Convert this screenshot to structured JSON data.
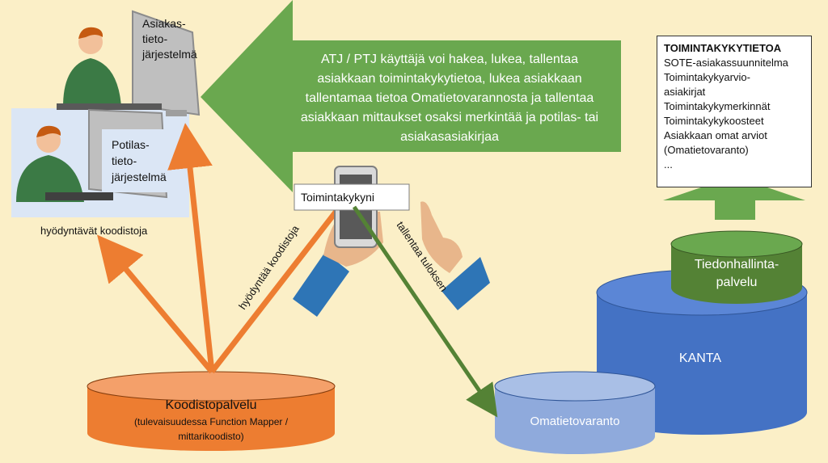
{
  "callout": {
    "lines": [
      "ATJ / PTJ käyttäjä voi hakea, lukea, tallentaa",
      "asiakkaan toimintakykytietoa, lukea asiakkaan",
      "tallentamaa tietoa Omatietovarannosta ja tallentaa",
      "asiakkaan mittaukset osaksi merkintää ja potilas- tai",
      "asiakasasiakirjaa"
    ],
    "color": "#6aa84f"
  },
  "systems": {
    "asiakas": [
      "Asiakas-",
      "tieto-",
      "järjestelmä"
    ],
    "potilas": [
      "Potilas-",
      "tieto-",
      "järjestelmä"
    ],
    "caption": "hyödyntävät koodistoja"
  },
  "app": {
    "label": "Toimintakykyni"
  },
  "arrows": {
    "uses": "hyödyntää koodistoja",
    "saves": "tallentaa tuloksen"
  },
  "info": {
    "title": "TOIMINTAKYKYTIETOA",
    "lines": [
      "SOTE-asiakassuunnitelma",
      "Toimintakykyarvio-",
      "asiakirjat",
      "Toimintakykymerkinnät",
      "Toimintakykykoosteet",
      "Asiakkaan omat arviot",
      "(Omatietovaranto)",
      "..."
    ]
  },
  "databases": {
    "koodisto": {
      "title": "Koodistopalvelu",
      "sub1": "(tulevaisuudessa Function Mapper /",
      "sub2": "mittarikoodisto)",
      "color": "#ed7d31"
    },
    "omatieto": {
      "title": "Omatietovaranto",
      "color": "#8faadc"
    },
    "kanta": {
      "title": "KANTA",
      "color": "#4472c4"
    },
    "tiedonhallinta": {
      "line1": "Tiedonhallinta-",
      "line2": "palvelu",
      "color": "#548235"
    }
  },
  "colors": {
    "background": "#fbefc7",
    "orange_arrow": "#ed7d31",
    "green_arrow": "#548235",
    "up_arrow": "#6aa84f"
  }
}
